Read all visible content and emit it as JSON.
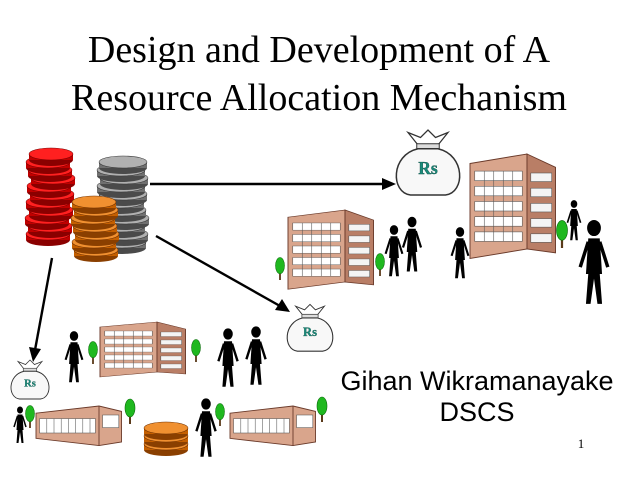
{
  "slide": {
    "title_line1": "Design and Development of A",
    "title_line2": "Resource Allocation Mechanism",
    "author_name": "Gihan Wikramanayake",
    "author_org": "DSCS",
    "page_number": "1"
  },
  "money_bags": {
    "label": "Rs"
  },
  "colors": {
    "coin_red": "#e00000",
    "coin_gray": "#8c8c8c",
    "coin_orange": "#e07a10",
    "bag_label": "#1a8a7a",
    "building": "#d9a58c",
    "tree": "#1fb81f"
  }
}
